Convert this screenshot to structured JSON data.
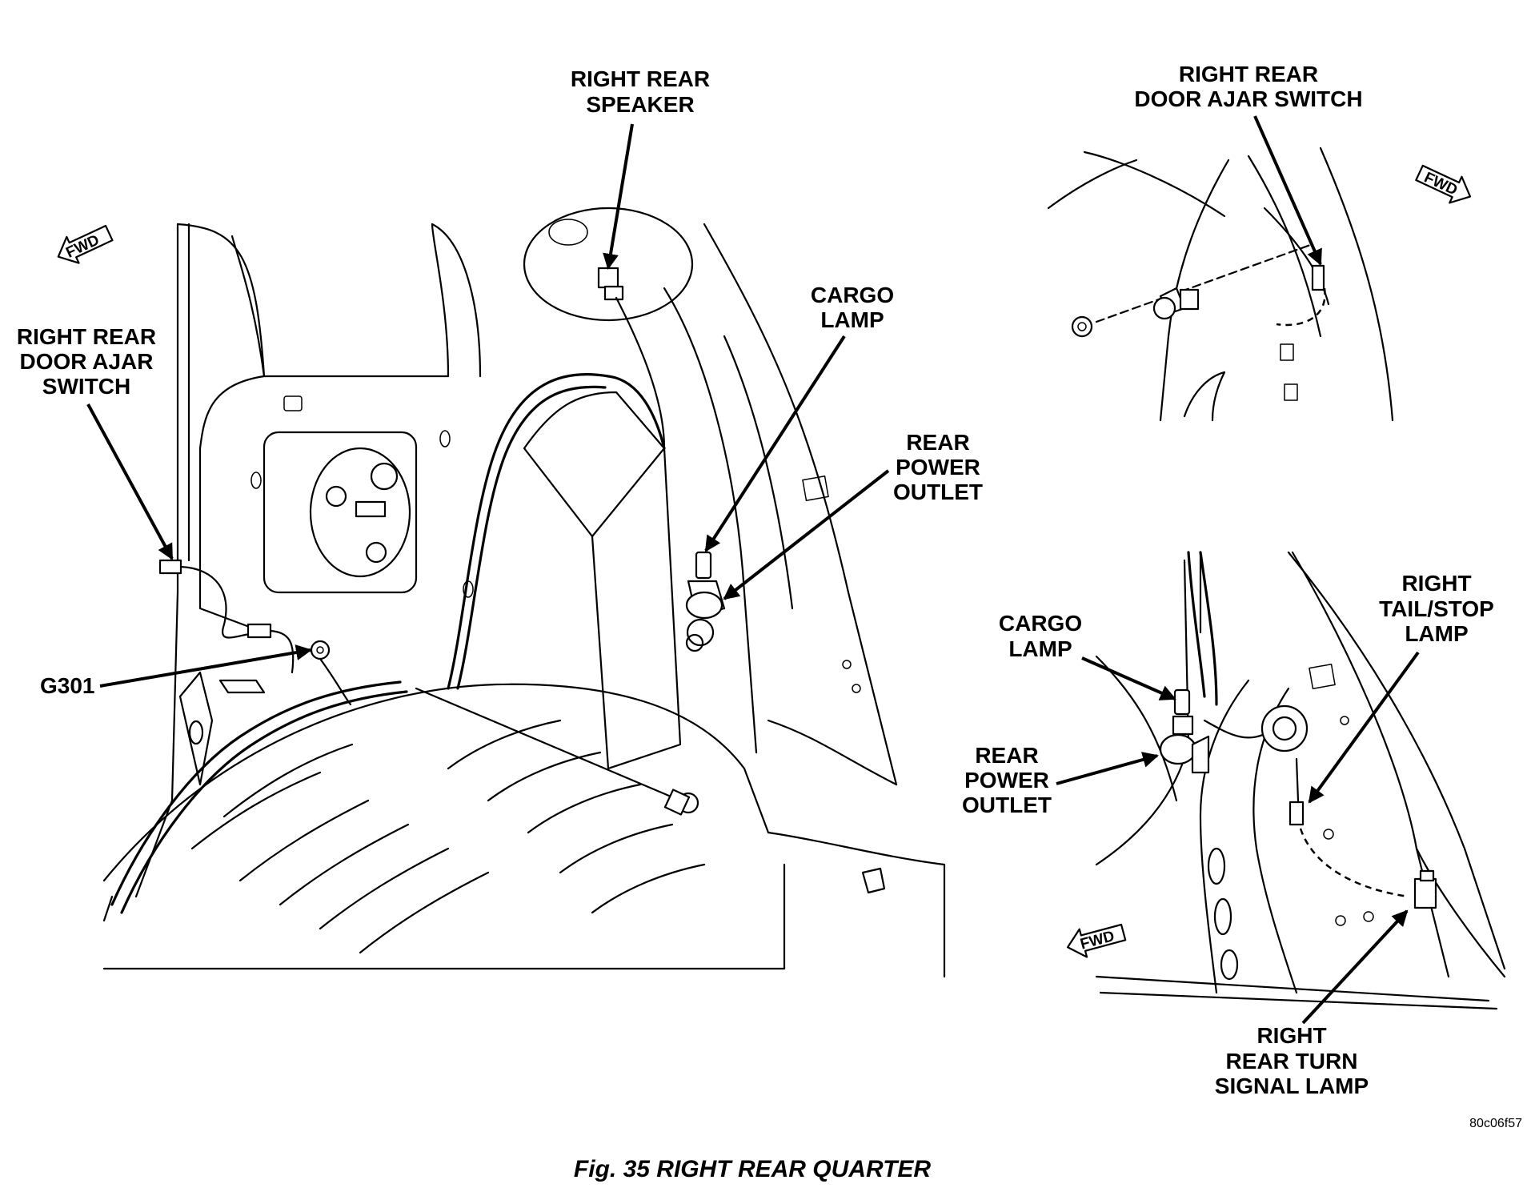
{
  "main": {
    "fwd": "FWD",
    "labels": {
      "speaker": [
        "RIGHT REAR",
        "SPEAKER"
      ],
      "door_ajar": [
        "RIGHT REAR",
        "DOOR AJAR",
        "SWITCH"
      ],
      "cargo_lamp": [
        "CARGO",
        "LAMP"
      ],
      "rear_power_outlet": [
        "REAR",
        "POWER",
        "OUTLET"
      ],
      "ground": "G301"
    }
  },
  "inset_top": {
    "fwd": "FWD",
    "labels": {
      "door_ajar": [
        "RIGHT REAR",
        "DOOR AJAR SWITCH"
      ]
    }
  },
  "inset_bottom": {
    "fwd": "FWD",
    "labels": {
      "cargo_lamp": [
        "CARGO",
        "LAMP"
      ],
      "rear_power_outlet": [
        "REAR",
        "POWER",
        "OUTLET"
      ],
      "tail_stop": [
        "RIGHT",
        "TAIL/STOP",
        "LAMP"
      ],
      "turn_signal": [
        "RIGHT",
        "REAR TURN",
        "SIGNAL LAMP"
      ]
    }
  },
  "figure_code": "80c06f57",
  "caption": "Fig. 35 RIGHT REAR QUARTER"
}
